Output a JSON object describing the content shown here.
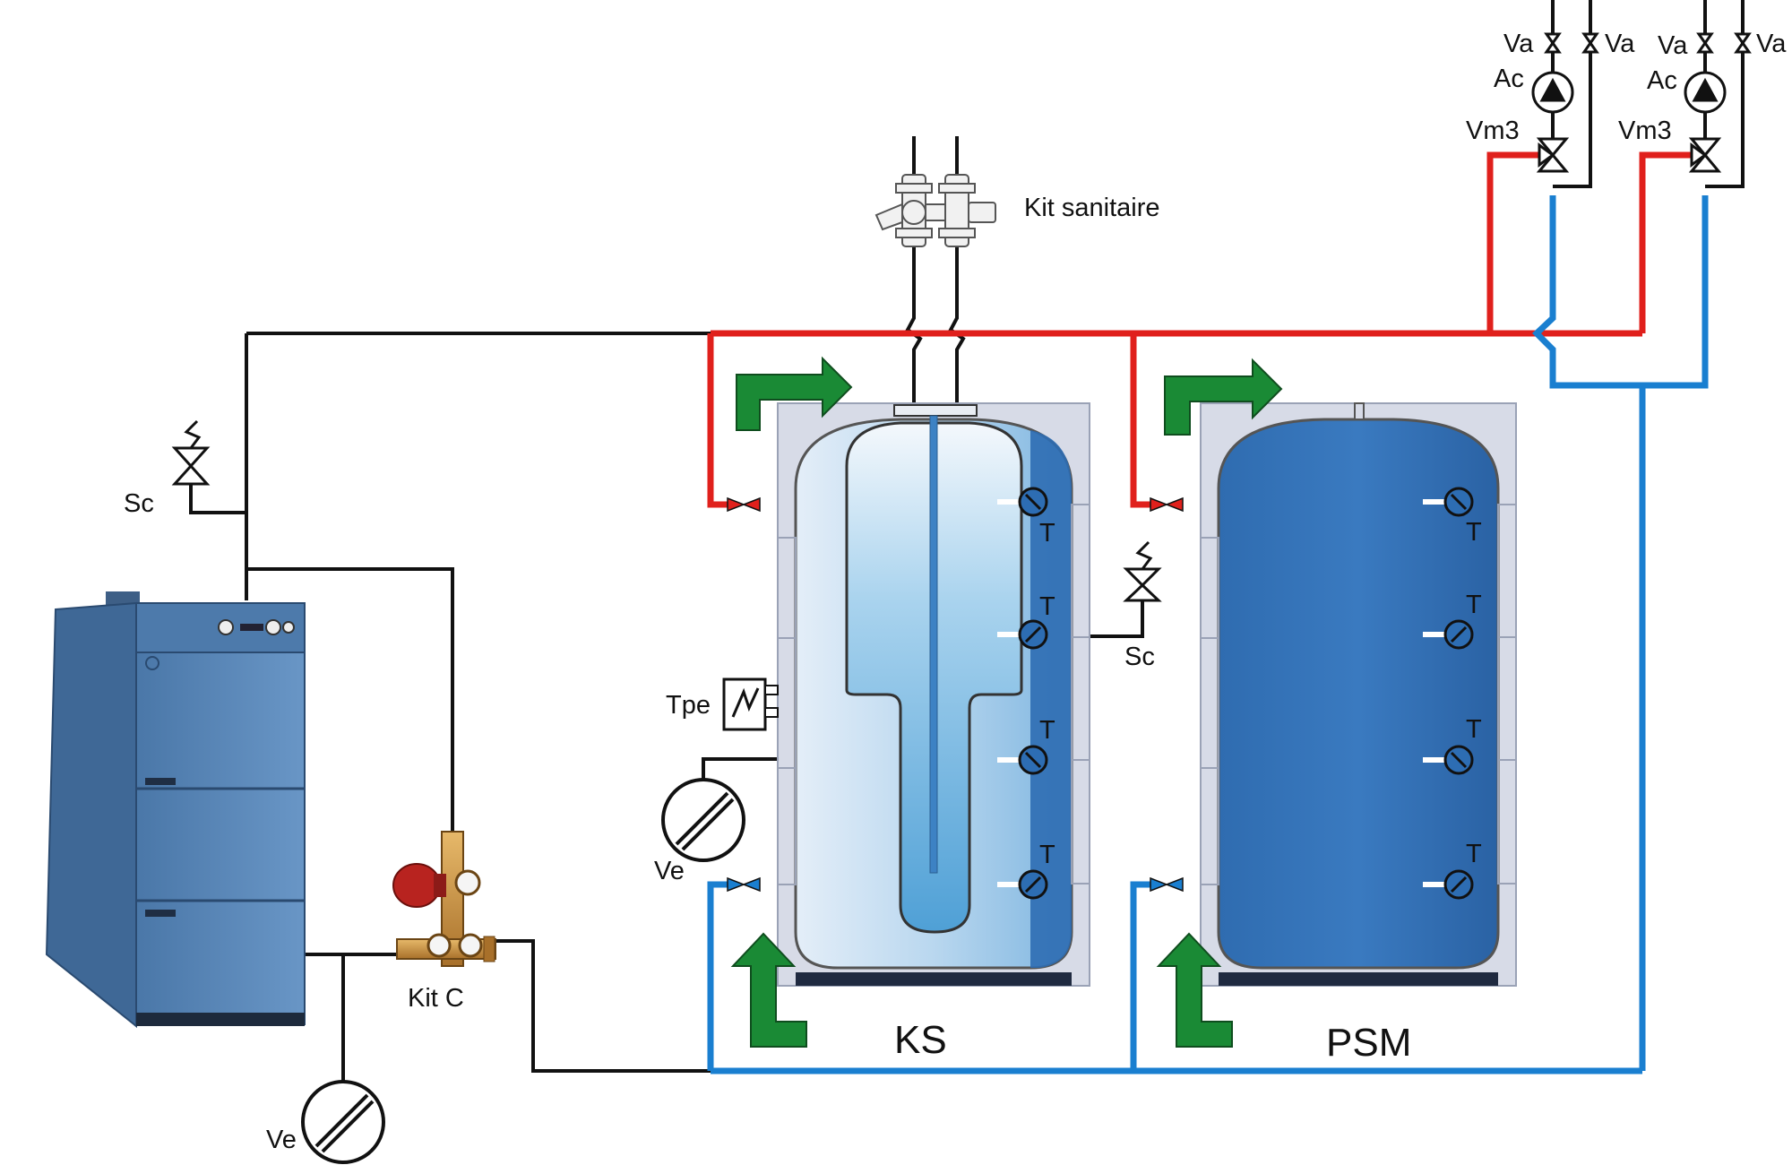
{
  "labels": {
    "kit_sanitaire": "Kit sanitaire",
    "kit_c": "Kit C",
    "tank_ks": "KS",
    "tank_psm": "PSM",
    "tpe": "Tpe",
    "sc": "Sc",
    "ve": "Ve",
    "t": "T",
    "va": "Va",
    "ac": "Ac",
    "vm3": "Vm3"
  },
  "colors": {
    "hot_pipe": "#e0201c",
    "cold_pipe": "#1a7fd0",
    "black_pipe": "#111111",
    "flow_arrow": "#1a8a35",
    "tank_water": "#2d6db3",
    "tank_insulation": "#d7dbe7",
    "boiler_body": "#5a87b8",
    "inner_tank_top": "#e6f0fa",
    "inner_tank_bottom": "#6fb6de"
  }
}
